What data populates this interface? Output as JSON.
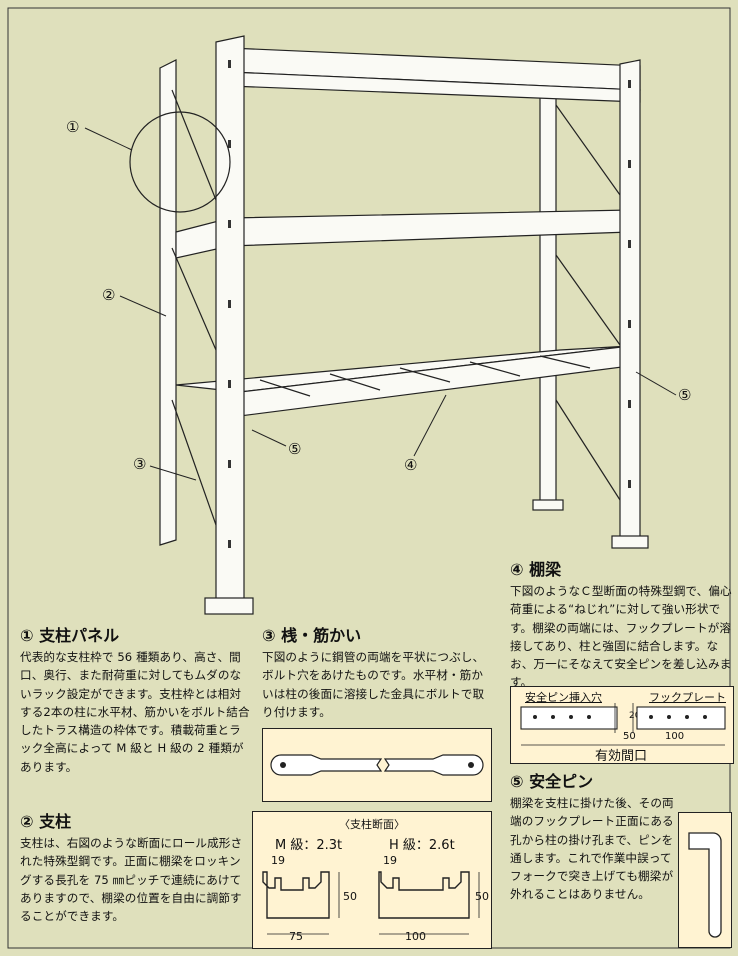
{
  "callouts": {
    "c1": "①",
    "c2": "②",
    "c3": "③",
    "c4": "④",
    "c5a": "⑤",
    "c5b": "⑤"
  },
  "sections": {
    "s1": {
      "title": "① 支柱パネル",
      "body": "代表的な支柱枠で 56 種類あり、高さ、間口、奥行、また耐荷重に対してもムダのないラック設定ができます。支柱枠とは相対する2本の柱に水平材、筋かいをボルト結合したトラス構造の枠体です。積載荷重とラック全高によって M 級と H 級の 2 種類があります。"
    },
    "s2": {
      "title": "② 支柱",
      "body": "支柱は、右図のような断面にロール成形された特殊型鋼です。正面に棚梁をロッキングする長孔を 75 ㎜ピッチで連続にあけてありますので、棚梁の位置を自由に調節することができます。"
    },
    "s3": {
      "title": "③ 桟・筋かい",
      "body": "下図のように鋼管の両端を平状につぶし、ボルト穴をあけたものです。水平材・筋かいは柱の後面に溶接した金具にボルトで取り付けます。"
    },
    "s4": {
      "title": "④ 棚梁",
      "body": "下図のようなＣ型断面の特殊型鋼で、偏心荷重による“ねじれ”に対して強い形状です。棚梁の両端には、フックプレートが溶接してあり、柱と強固に結合します。なお、万一にそなえて安全ピンを差し込みます。"
    },
    "s5": {
      "title": "⑤ 安全ピン",
      "body": "棚梁を支柱に掛けた後、その両端のフックプレート正面にある孔から柱の掛け孔まで、ピンを通します。これで作業中誤ってフォークで突き上げても棚梁が外れることはありません。"
    }
  },
  "column_section": {
    "title": "〈支柱断面〉",
    "m_label": "M 級：2.3t",
    "h_label": "H 級：2.6t",
    "m_flange": "19",
    "h_flange": "19",
    "m_height": "50",
    "h_height": "50",
    "m_width": "75",
    "h_width": "100"
  },
  "beam_diagram": {
    "pin_hole_label": "安全ピン挿入穴",
    "hook_label": "フックプレート",
    "dim_20": "20",
    "dim_50": "50",
    "dim_100": "100",
    "span_label": "有効間口"
  }
}
